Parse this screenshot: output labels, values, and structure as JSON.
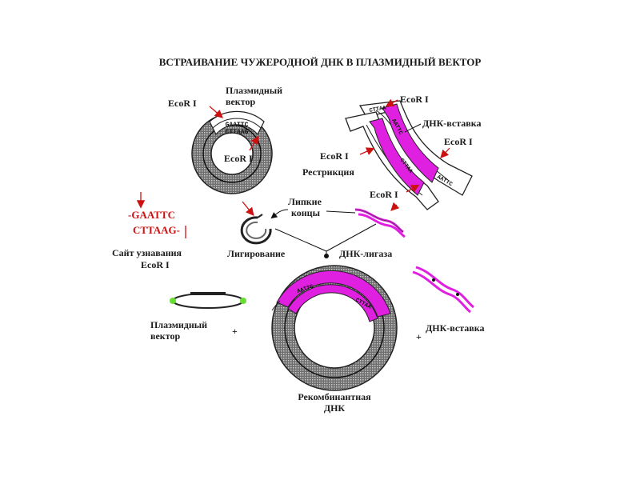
{
  "title": "ВСТРАИВАНИЕ ЧУЖЕРОДНОЙ ДНК В ПЛАЗМИДНЫЙ ВЕКТОР",
  "labels": {
    "plasmid_vector_top_1": "Плазмидный",
    "plasmid_vector_top_2": "вектор",
    "ecori_1": "EcoR I",
    "ecori_2": "EcoR I",
    "ecori_3": "EcoR I",
    "ecori_4": "EcoR I",
    "ecori_5": "EcoR I",
    "dna_insert_top": "ДНК-вставка",
    "restriction": "Рестрикция",
    "sticky_ends_1": "Липкие",
    "sticky_ends_2": "концы",
    "site_seq_1": "-GAATTC",
    "site_seq_2": "CTTAAG-",
    "site_label_1": "Сайт узнавания",
    "site_label_2": "EcoR I",
    "ligation": "Лигирование",
    "dna_ligase": "ДНК-лигаза",
    "plasmid_vector_bottom_1": "Плазмидный",
    "plasmid_vector_bottom_2": "вектор",
    "plus_1": "+",
    "plus_2": "+",
    "dna_insert_bottom": "ДНК-вставка",
    "recombinant_1": "Рекомбинантная",
    "recombinant_2": "ДНК",
    "ring_seq_top": "GAATTC",
    "ring_seq_bottom": "CTTAAG",
    "strip_seq_white_top": "CTTAA",
    "strip_seq_white_bottom": "AATTC",
    "strip_seq_pink_1": "AATTC",
    "strip_seq_pink_2": "CTTAA",
    "rec_seq_1": "AATTC",
    "rec_seq_2": "CTTAA"
  },
  "colors": {
    "magenta": "#e020e0",
    "ring_gray": "#8c8c8c",
    "red_text": "#cc1111",
    "green_end": "#66dd33"
  }
}
